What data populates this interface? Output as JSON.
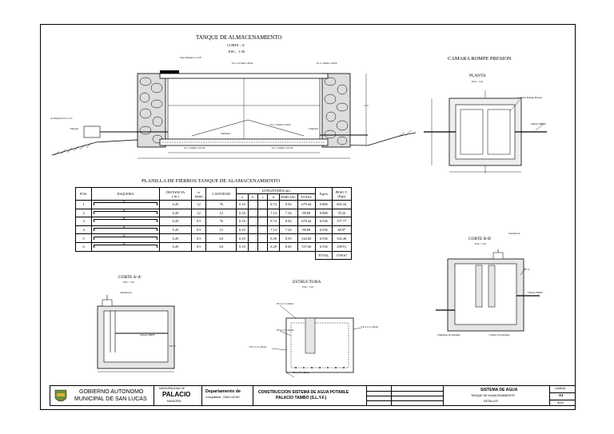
{
  "tank": {
    "title": "TANQUE DE ALMACENAMIENTO",
    "section": "CORTE - A'",
    "scale": "ESC.: 1:50",
    "callouts": {
      "tapa": "Tapa Metalica e=1/8\"",
      "fe1": "Fe ø 1/2 mm a 20cm",
      "fe2": "Fe ø 1/2mm a 20cm",
      "fe3": "Fe ø 1/2mm a 20cm",
      "fe4": "Fe ø 1/2mm a 20 cm",
      "fe5": "Fe ø 1/2mm a 20 cm",
      "acometida": "Acometida P.V.C ø 2\"",
      "entrada": "Entrada",
      "limpieza": "Limpieza",
      "sumidero": "Sumidero"
    }
  },
  "camara": {
    "title": "CAMARA ROMPE PRESION",
    "planta": "PLANTA",
    "planta_scale": "ESC.: 1:10",
    "label_a": "Camara Rompe Presion",
    "label_b": "Tuberia HDPE",
    "corte_bb": "CORTE B-B'",
    "corte_bb_scale": "ESC.: 1:10",
    "ventilacion": "Ventilacion",
    "fe": "FE ¼\"",
    "tuberia": "Tuberia HDPE",
    "chimenea": "Chimenea de Desagüe",
    "camara_label": "Camara Escalonada"
  },
  "planilla": {
    "title": "PLANILLA DE FIERROS TANQUE DE ALAMACENAMIENTO",
    "headers": {
      "pos": "POS.",
      "esquema": "ESQUEMA",
      "distancia": "DISTANCIA",
      "distancia_unit": "( m )",
      "diam": "ø",
      "diam_unit": "(mm)",
      "cantidad": "CANTIDAD",
      "longitudes": "LONGITUDES (m)",
      "a": "a",
      "b": "b",
      "c": "c",
      "d": "d",
      "parcial": "PARCIAL",
      "total": "TOTAL",
      "kgm": "Kg/m",
      "peso": "PESO T.",
      "peso_unit": "(Kgs)"
    },
    "rows": [
      {
        "pos": "1",
        "esq": "d",
        "dist": "0.20",
        "diam": "12",
        "cant": "76",
        "a": "0.10",
        "b": "",
        "c": "",
        "d": "8.74",
        "parcial": "8.94",
        "total": "679.44",
        "kgm": "0.888",
        "peso": "603.34"
      },
      {
        "pos": "2",
        "esq": "d",
        "dist": "0.20",
        "diam": "12",
        "cant": "12",
        "a": "0.10",
        "b": "",
        "c": "",
        "d": "7.14",
        "parcial": "7.34",
        "total": "88.08",
        "kgm": "0.888",
        "peso": "78.22"
      },
      {
        "pos": "3",
        "esq": "d",
        "dist": "0.20",
        "diam": "9.5",
        "cant": "76",
        "a": "0.10",
        "b": "",
        "c": "",
        "d": "8.74",
        "parcial": "8.94",
        "total": "679.44",
        "kgm": "0.556",
        "peso": "377.77"
      },
      {
        "pos": "4",
        "esq": "d",
        "dist": "0.20",
        "diam": "9.5",
        "cant": "12",
        "a": "0.10",
        "b": "",
        "c": "",
        "d": "7.14",
        "parcial": "7.34",
        "total": "88.08",
        "kgm": "0.556",
        "peso": "48.97"
      },
      {
        "pos": "5",
        "esq": "d",
        "dist": "0.20",
        "diam": "9.5",
        "cant": "64",
        "a": "0.10",
        "b": "",
        "c": "",
        "d": "8.30",
        "parcial": "8.50",
        "total": "544.00",
        "kgm": "0.556",
        "peso": "302.46"
      },
      {
        "pos": "6",
        "esq": "d",
        "dist": "0.20",
        "diam": "9.5",
        "cant": "64",
        "a": "0.10",
        "b": "",
        "c": "",
        "d": "8.20",
        "parcial": "8.40",
        "total": "537.60",
        "kgm": "0.556",
        "peso": "298.91"
      }
    ],
    "total_label": "TOTAL",
    "total_value": "1709.67"
  },
  "corte_aa": {
    "title": "CORTE A-A'",
    "scale": "ESC.: 1:10",
    "ventilacion": "Ventilacion",
    "tuberia": "Tuberia HDPE",
    "fe": "FE ¼\""
  },
  "estructura": {
    "title": "ESTRUCTURA",
    "scale": "ESC.: 1:10",
    "fe1": "FE ø 1/2 c/20cm",
    "fe2": "FE ø 1/2 c/20cm",
    "fe3": "FE ø 1/2 c/20cm",
    "fe4": "FE ø 1/2 c/20cm",
    "fe5": "FE ø 1/2 c/20cm"
  },
  "title_block": {
    "org_line1": "GOBIERNO AUTONOMO",
    "org_line2": "MUNICIPAL DE SAN LUCAS",
    "munic_small": "MUNICIPALIDAD DE",
    "munic_big": "PALACIO",
    "munic_sub": "MUNICIPAL",
    "dept": "Departamento de",
    "dept2": "Chuquisaca - SAN LUCAS",
    "project": "CONSTRUCCION SISTEMA DE AGUA POTABLE",
    "project2": "PALACIO TAMBO (S.L.Y.F.)",
    "sheet_title": "SISTEMA DE AGUA",
    "sheet_sub": "TANQUE DE ALMACENAMIENTO",
    "sheet_sub2": "DETALLES",
    "lamina": "LAMINA",
    "lamina_no": "A1",
    "lamina_of": "4/20"
  }
}
